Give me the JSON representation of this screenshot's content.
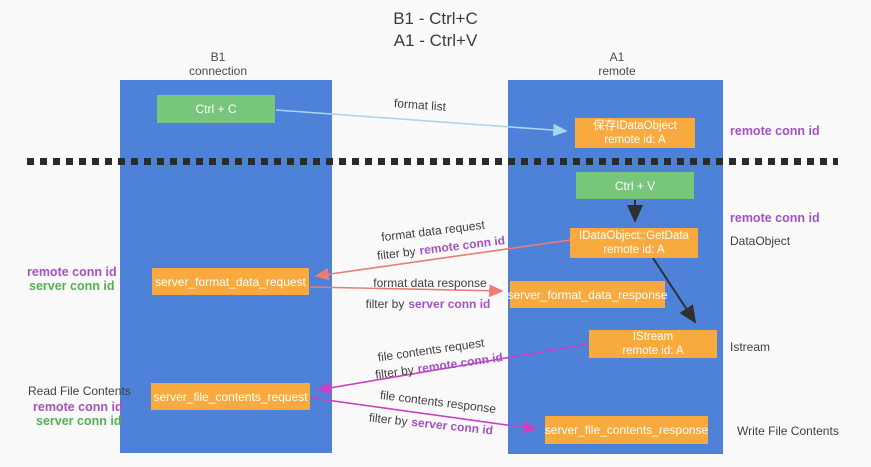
{
  "title": {
    "line1": "B1 - Ctrl+C",
    "line2": "A1 - Ctrl+V"
  },
  "columns": {
    "left": {
      "name": "B1",
      "role": "connection"
    },
    "right": {
      "name": "A1",
      "role": "remote"
    }
  },
  "boxes": {
    "ctrl_c": "Ctrl + C",
    "ctrl_v": "Ctrl + V",
    "save_dataobject": "保存IDataObject",
    "getdata": "IDataObject::GetData",
    "istream": "IStream",
    "remote_id": "remote id: A",
    "server_format_data_request": "server_format_data_request",
    "server_format_data_response": "server_format_data_response",
    "server_file_contents_request": "server_file_contents_request",
    "server_file_contents_response": "server_file_contents_response"
  },
  "flow_labels": {
    "format_list": "format list",
    "format_data_request": "format data request",
    "format_data_response": "format data response",
    "file_contents_request": "file contents request",
    "file_contents_response": "file contents response",
    "filter_by": "filter by",
    "remote_conn_id": "remote conn id",
    "server_conn_id": "server conn id"
  },
  "side_labels": {
    "remote_conn_id": "remote conn id",
    "server_conn_id": "server conn id",
    "dataobject": "DataObject",
    "istream": "Istream",
    "read_file_contents": "Read File Contents",
    "write_file_contents": "Write File Contents"
  },
  "colors": {
    "lane_blue": "#4d82d8",
    "box_green": "#77c67c",
    "box_orange": "#f8aa3f",
    "arrow_lightblue": "#a9d5ee",
    "arrow_black": "#2f2f2f",
    "arrow_salmon": "#e97d74",
    "arrow_magenta": "#cc3fc3",
    "purple": "#a452c3",
    "label_green": "#54b054"
  }
}
